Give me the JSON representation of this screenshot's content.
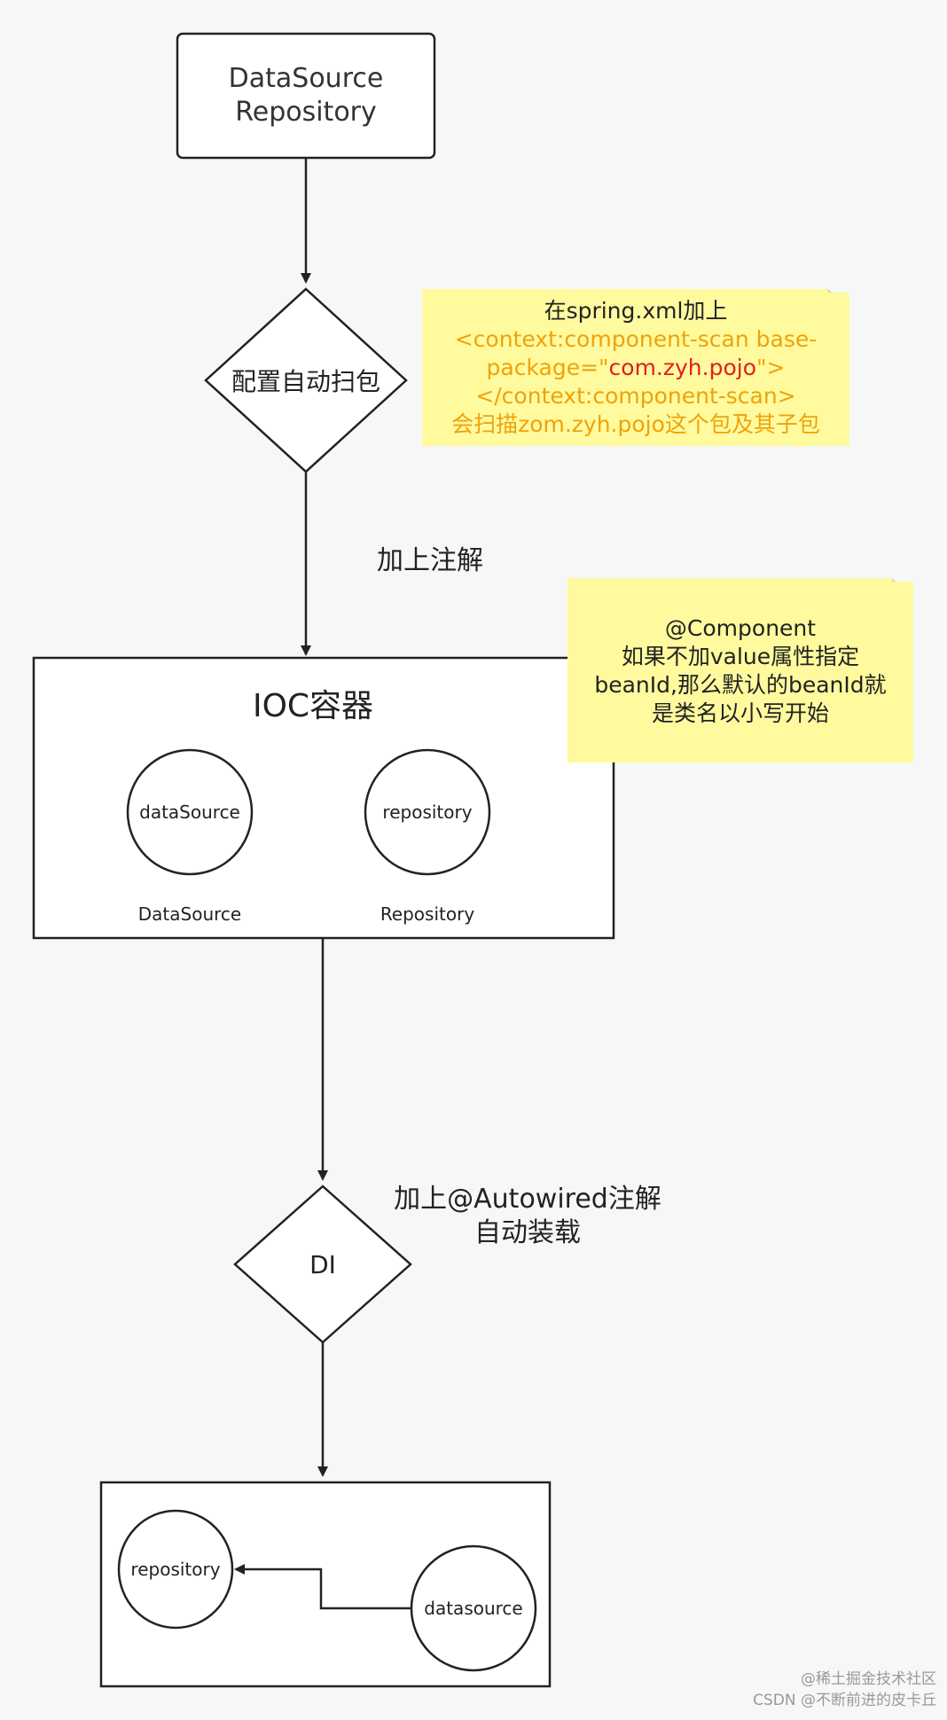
{
  "nodes": {
    "start_box": {
      "line1": "DataSource",
      "line2": "Repository"
    },
    "scan_diamond": {
      "label": "配置自动扫包"
    },
    "ioc_container": {
      "title": "IOC容器",
      "beans": [
        {
          "name": "dataSource",
          "caption": "DataSource"
        },
        {
          "name": "repository",
          "caption": "Repository"
        }
      ]
    },
    "di_diamond": {
      "label": "DI"
    },
    "result_box": {
      "beans": [
        {
          "name": "repository"
        },
        {
          "name": "datasource"
        }
      ]
    }
  },
  "edges": {
    "scan_to_ioc_label": "加上注解",
    "ioc_to_di_label_line1": "加上@Autowired注解",
    "ioc_to_di_label_line2": "自动装载"
  },
  "notes": {
    "scan_note": {
      "line1": "在spring.xml加上",
      "line2": "<context:component-scan base-",
      "line3_pre": "package=\"",
      "line3_pkg": "com.zyh.pojo",
      "line3_post": "\">",
      "line4": "</context:component-scan>",
      "line5": "会扫描zom.zyh.pojo这个包及其子包"
    },
    "component_note": {
      "line1": "@Component",
      "line2": "如果不加value属性指定",
      "line3": "beanId,那么默认的beanId就",
      "line4": "是类名以小写开始"
    }
  },
  "watermark": {
    "line1": "@稀土掘金技术社区",
    "line2": "CSDN @不断前进的皮卡丘"
  },
  "colors": {
    "background": "#f7f7f7",
    "stroke": "#222222",
    "note_fill": "#fffa9e",
    "note_highlight": "#f0a20a",
    "note_package": "#e02020"
  }
}
